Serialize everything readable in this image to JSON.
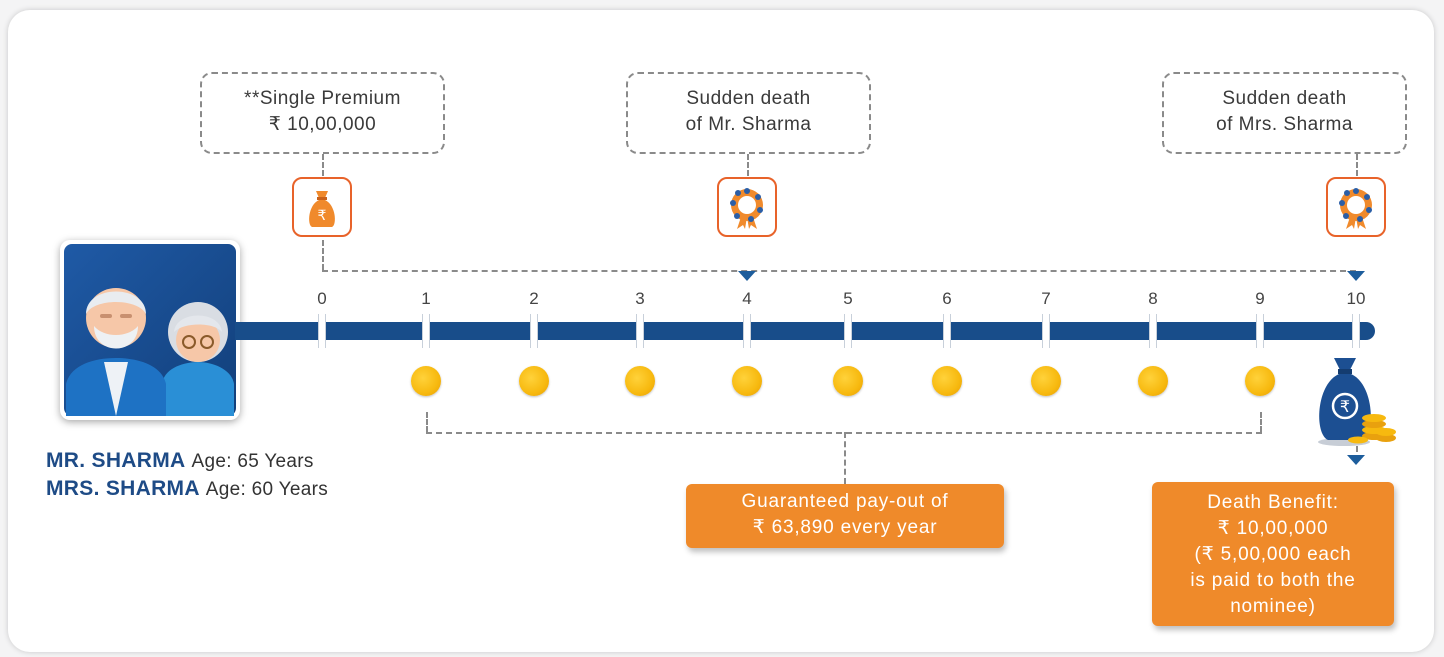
{
  "callouts": {
    "premium": {
      "line1": "**Single Premium",
      "line2": "₹ 10,00,000"
    },
    "death_mr": {
      "line1": "Sudden death",
      "line2": "of Mr. Sharma"
    },
    "death_mrs": {
      "line1": "Sudden death",
      "line2": "of Mrs. Sharma"
    }
  },
  "timeline": {
    "years": [
      "0",
      "1",
      "2",
      "3",
      "4",
      "5",
      "6",
      "7",
      "8",
      "9",
      "10"
    ],
    "payout_years": [
      1,
      2,
      3,
      4,
      5,
      6,
      7,
      8,
      9
    ]
  },
  "policyholders": [
    {
      "name": "MR. SHARMA",
      "age": "Age: 65 Years"
    },
    {
      "name": "MRS. SHARMA",
      "age": "Age: 60 Years"
    }
  ],
  "payout_box": {
    "line1": "Guaranteed pay-out of",
    "line2": "₹ 63,890 every year"
  },
  "death_benefit_box": {
    "line1": "Death Benefit:",
    "line2": "₹ 10,00,000",
    "line3": "(₹ 5,00,000 each",
    "line4": "is paid to both the",
    "line5": "nominee)"
  },
  "colors": {
    "accent": "#ef8a2a",
    "timeline": "#184d8a",
    "coin": "#f7b90f",
    "icon_border": "#e8632a"
  },
  "icons": [
    "money-bag-icon",
    "wreath-icon",
    "wreath-icon",
    "money-bag-coins-icon",
    "couple-avatar"
  ]
}
